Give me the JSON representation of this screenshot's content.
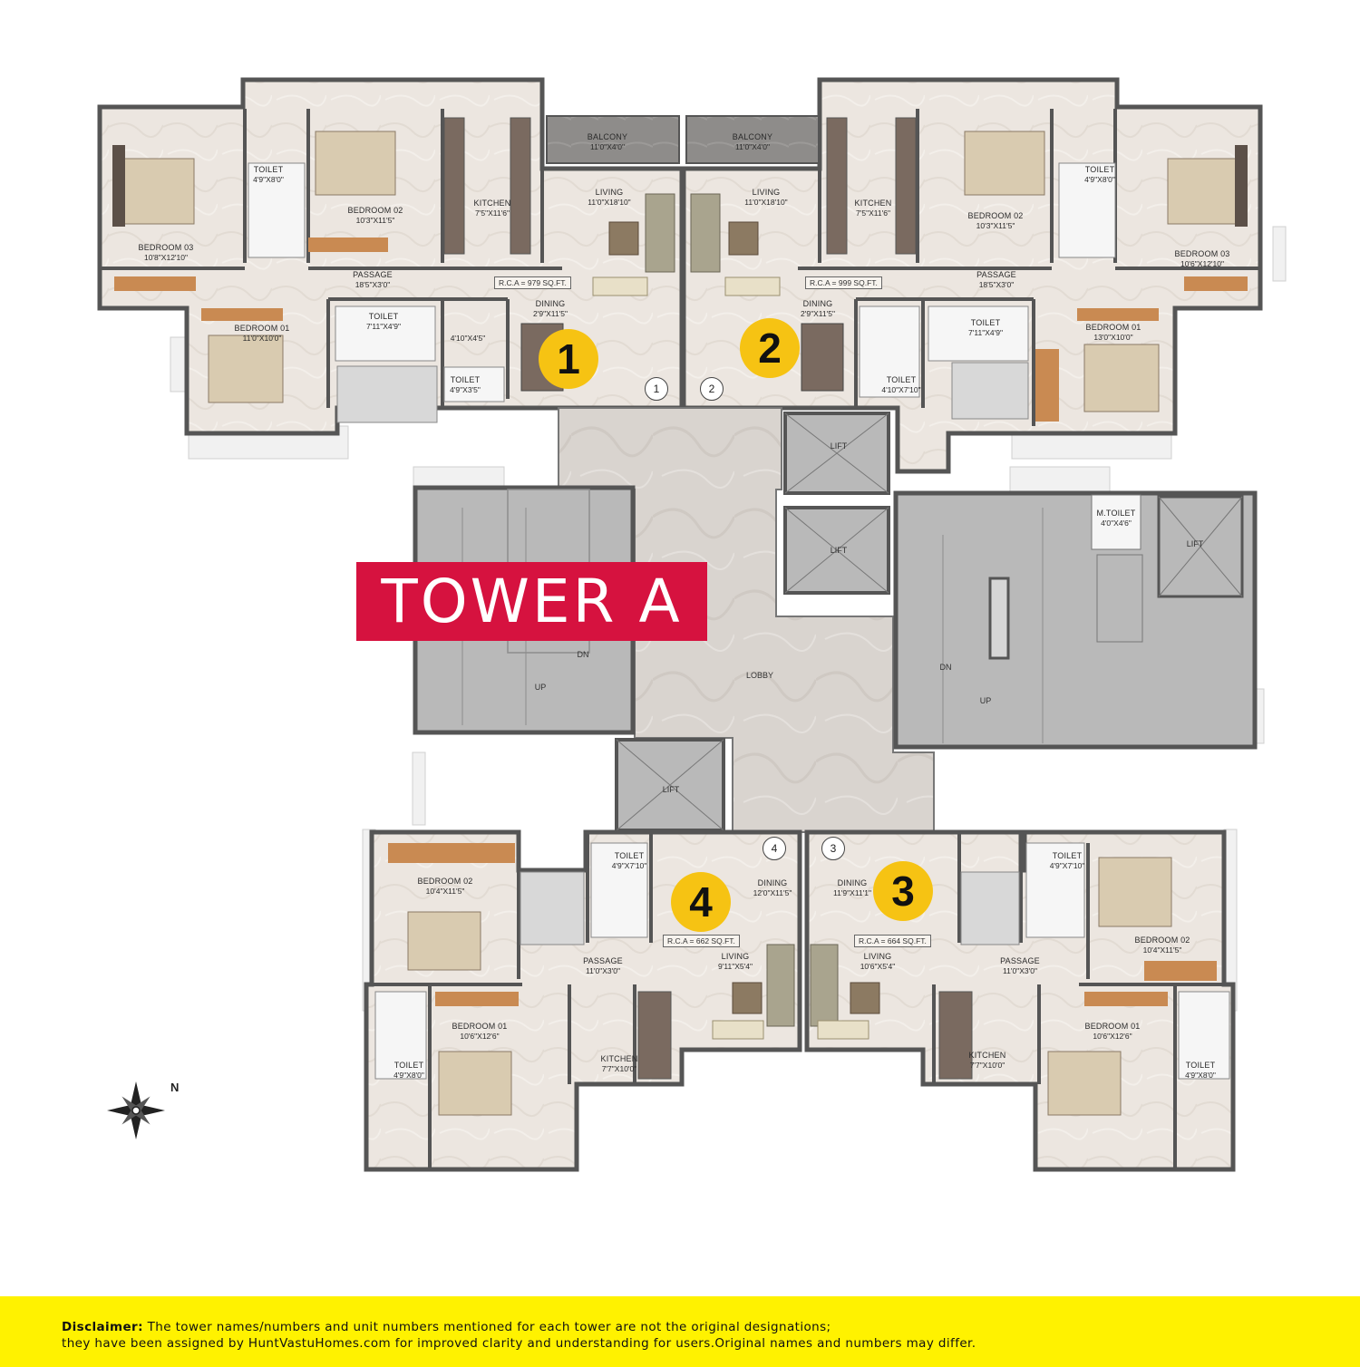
{
  "title": "TOWER A",
  "compass_label": "N",
  "disclaimer": {
    "bold": "Disclaimer:",
    "line1": " The tower names/numbers and unit numbers mentioned for each tower are not the original designations;",
    "line2": "they have been assigned by HuntVastuHomes.com for improved clarity and understanding for users.Original names and numbers may differ."
  },
  "colors": {
    "title_bg": "#d6123f",
    "badge": "#f6c313",
    "disclaimer_bg": "#fff200",
    "floor": "#ece6e0",
    "core": "#b9b9b9",
    "lobby": "#d9d4cf"
  },
  "core": {
    "lobby": "LOBBY",
    "lift": "LIFT",
    "up": "UP",
    "dn": "DN",
    "m_toilet_name": "M.TOILET",
    "m_toilet_dim": "4'0\"X4'6\""
  },
  "units": [
    {
      "no": "1",
      "door": "1",
      "rca": "R.C.A = 979 SQ.FT.",
      "rooms": [
        {
          "n": "BALCONY",
          "d": "11'0\"X4'0\""
        },
        {
          "n": "LIVING",
          "d": "11'0\"X18'10\""
        },
        {
          "n": "KITCHEN",
          "d": "7'5\"X11'6\""
        },
        {
          "n": "BEDROOM 02",
          "d": "10'3\"X11'5\""
        },
        {
          "n": "TOILET",
          "d": "4'9\"X8'0\""
        },
        {
          "n": "BEDROOM 03",
          "d": "10'8\"X12'10\""
        },
        {
          "n": "PASSAGE",
          "d": "18'5\"X3'0\""
        },
        {
          "n": "DINING",
          "d": "2'9\"X11'5\""
        },
        {
          "n": "BEDROOM 01",
          "d": "11'0\"X10'0\""
        },
        {
          "n": "TOILET",
          "d": "7'11\"X4'9\""
        },
        {
          "n": "",
          "d": "4'10\"X4'5\""
        },
        {
          "n": "TOILET",
          "d": "4'9\"X3'5\""
        }
      ]
    },
    {
      "no": "2",
      "door": "2",
      "rca": "R.C.A = 999 SQ.FT.",
      "rooms": [
        {
          "n": "BALCONY",
          "d": "11'0\"X4'0\""
        },
        {
          "n": "LIVING",
          "d": "11'0\"X18'10\""
        },
        {
          "n": "KITCHEN",
          "d": "7'5\"X11'6\""
        },
        {
          "n": "BEDROOM 02",
          "d": "10'3\"X11'5\""
        },
        {
          "n": "TOILET",
          "d": "4'9\"X8'0\""
        },
        {
          "n": "BEDROOM 03",
          "d": "10'6\"X12'10\""
        },
        {
          "n": "PASSAGE",
          "d": "18'5\"X3'0\""
        },
        {
          "n": "DINING",
          "d": "2'9\"X11'5\""
        },
        {
          "n": "TOILET",
          "d": "7'11\"X4'9\""
        },
        {
          "n": "BEDROOM 01",
          "d": "13'0\"X10'0\""
        },
        {
          "n": "TOILET",
          "d": "4'10\"X7'10\""
        }
      ]
    },
    {
      "no": "3",
      "door": "3",
      "rca": "R.C.A = 664 SQ.FT.",
      "rooms": [
        {
          "n": "TOILET",
          "d": "4'9\"X7'10\""
        },
        {
          "n": "DINING",
          "d": "11'9\"X11'1\""
        },
        {
          "n": "BEDROOM 02",
          "d": "10'4\"X11'5\""
        },
        {
          "n": "LIVING",
          "d": "10'6\"X5'4\""
        },
        {
          "n": "PASSAGE",
          "d": "11'0\"X3'0\""
        },
        {
          "n": "BEDROOM 01",
          "d": "10'6\"X12'6\""
        },
        {
          "n": "KITCHEN",
          "d": "7'7\"X10'0\""
        },
        {
          "n": "TOILET",
          "d": "4'9\"X8'0\""
        }
      ]
    },
    {
      "no": "4",
      "door": "4",
      "rca": "R.C.A = 662 SQ.FT.",
      "rooms": [
        {
          "n": "TOILET",
          "d": "4'9\"X7'10\""
        },
        {
          "n": "DINING",
          "d": "12'0\"X11'5\""
        },
        {
          "n": "BEDROOM 02",
          "d": "10'4\"X11'5\""
        },
        {
          "n": "PASSAGE",
          "d": "11'0\"X3'0\""
        },
        {
          "n": "LIVING",
          "d": "9'11\"X5'4\""
        },
        {
          "n": "BEDROOM 01",
          "d": "10'6\"X12'6\""
        },
        {
          "n": "KITCHEN",
          "d": "7'7\"X10'0\""
        },
        {
          "n": "TOILET",
          "d": "4'9\"X8'0\""
        }
      ]
    }
  ]
}
